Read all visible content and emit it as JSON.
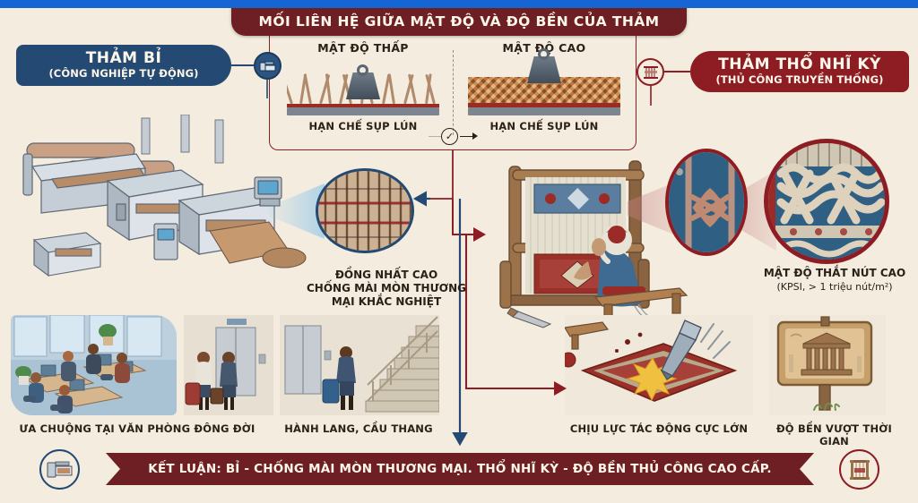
{
  "title": {
    "text": "MỐI LIÊN HỆ GIỮA MẬT ĐỘ VÀ ĐỘ BỀN CỦA THẢM"
  },
  "badges": {
    "left": {
      "name": "THẢM BỈ",
      "sub": "(CÔNG NGHIỆP TỰ ĐỘNG)",
      "color": "#244a73",
      "icon": "machine-icon"
    },
    "right": {
      "name": "THẢM THỔ NHĨ KỲ",
      "sub": "(THỦ CÔNG TRUYỀN THỐNG)",
      "color": "#8d1d22",
      "icon": "loom-icon"
    }
  },
  "density_panel": {
    "low": {
      "title": "MẬT ĐỘ THẤP",
      "result": "HẠN CHẾ SỤP LÚN"
    },
    "high": {
      "title": "MẬT ĐỘ CAO",
      "result": "HẠN CHẾ SỤP LÚN"
    },
    "check_glyph": "✓"
  },
  "left_column": {
    "machine_caption": "ĐỒNG NHẤT CAO\nCHỐNG MÀI MÒN THƯƠNG\nMẠI KHẮC NGHIỆT",
    "machine_caption_lines": [
      "ĐỒNG NHẤT CAO",
      "CHỐNG MÀI MÒN THƯƠNG",
      "MẠI KHẮC NGHIỆT"
    ],
    "scene_office_caption": "ƯA CHUỘNG TẠI VĂN PHÒNG ĐÔNG ĐỜI",
    "scene_stair_caption": "HÀNH LANG, CẦU THANG"
  },
  "right_column": {
    "knot_caption": "MẬT ĐỘ THẮT NÚT CAO",
    "knot_caption_sub": "(KPSI, > 1 triệu nút/m²)",
    "scene_impact_caption": "CHỊU LỰC TÁC ĐỘNG CỰC LỚN",
    "scene_monument_caption": "ĐỘ BỀN VƯỢT THỜI GIAN"
  },
  "conclusion": {
    "text": "KẾT LUẬN: BỈ - CHỐNG MÀI MÒN THƯƠNG MẠI. THỔ NHĨ KỲ - ĐỘ BỀN THỦ CÔNG CAO CẤP.",
    "left_icon": "machine-icon",
    "right_icon": "loom-icon"
  },
  "colors": {
    "background": "#f3ecdf",
    "maroon": "#6e1f24",
    "red": "#8d1d22",
    "blue": "#244a73",
    "browser_bar": "#1566d4",
    "text": "#2b2118"
  }
}
